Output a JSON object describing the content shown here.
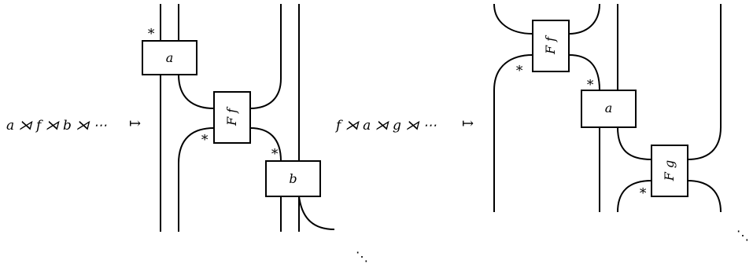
{
  "left_diagram": {
    "expression": "a ⋊ f ⋊ b ⋊ ⋯",
    "maps_to": "↦",
    "box_a": "a",
    "box_Ff": "F f",
    "box_b": "b",
    "star": "∗",
    "dots": "⋱"
  },
  "right_diagram": {
    "expression": "f ⋊ a ⋊ g ⋊ ⋯",
    "maps_to": "↦",
    "box_Ff": "F f",
    "box_a": "a",
    "box_Fg": "F g",
    "star": "∗",
    "dots": "⋱"
  }
}
